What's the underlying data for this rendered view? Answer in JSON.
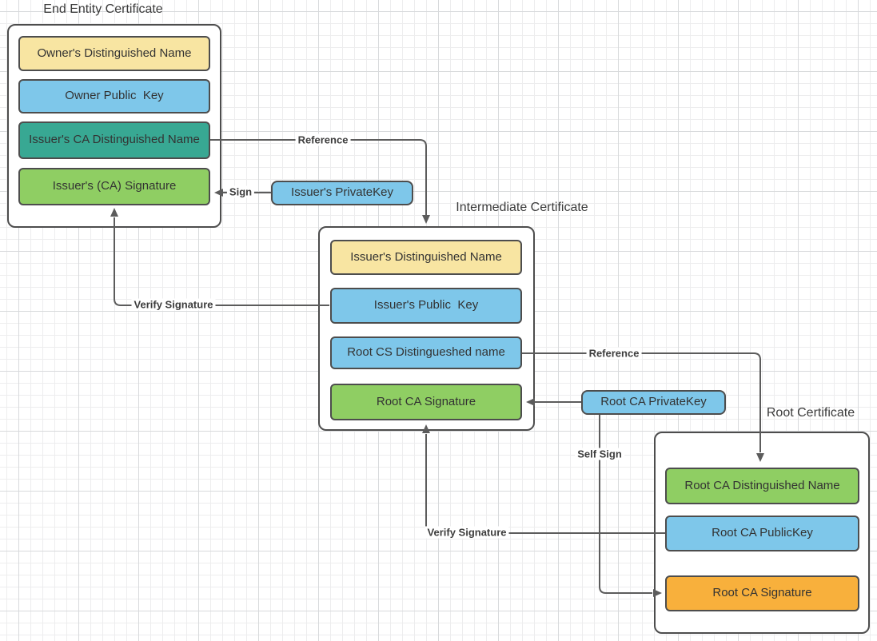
{
  "colors": {
    "yellow": "#F8E5A2",
    "blue": "#7EC7EA",
    "teal": "#38A893",
    "green": "#8FCE63",
    "orange": "#F8B03C",
    "shape_border": "#4D4D4D",
    "connector": "#5C5C5C",
    "text": "#333333"
  },
  "certificates": {
    "end_entity": {
      "title": "End Entity Certificate",
      "fields": [
        {
          "label": "Owner's Distinguished Name",
          "color": "yellow"
        },
        {
          "label": "Owner Public  Key",
          "color": "blue"
        },
        {
          "label": "Issuer's CA Distinguished Name",
          "color": "teal"
        },
        {
          "label": "Issuer's (CA) Signature",
          "color": "green"
        }
      ]
    },
    "intermediate": {
      "title": "Intermediate Certificate",
      "fields": [
        {
          "label": "Issuer's Distinguished Name",
          "color": "yellow"
        },
        {
          "label": "Issuer's Public  Key",
          "color": "blue"
        },
        {
          "label": "Root CS Distingueshed name",
          "color": "blue"
        },
        {
          "label": "Root CA Signature",
          "color": "green"
        }
      ]
    },
    "root": {
      "title": "Root Certificate",
      "fields": [
        {
          "label": "Root CA Distinguished Name",
          "color": "green"
        },
        {
          "label": "Root CA PublicKey",
          "color": "blue"
        },
        {
          "label": "Root CA Signature",
          "color": "orange"
        }
      ]
    }
  },
  "keys": {
    "issuer_private_key": {
      "label": "Issuer's PrivateKey",
      "color": "blue"
    },
    "root_private_key": {
      "label": "Root CA PrivateKey",
      "color": "blue"
    }
  },
  "edges": [
    {
      "id": "reference-1",
      "label": "Reference"
    },
    {
      "id": "sign",
      "label": "Sign"
    },
    {
      "id": "verify-signature-1",
      "label": "Verify Signature"
    },
    {
      "id": "reference-2",
      "label": "Reference"
    },
    {
      "id": "root-sign",
      "label": ""
    },
    {
      "id": "self-sign",
      "label": "Self Sign"
    },
    {
      "id": "verify-signature-2",
      "label": "Verify Signature"
    }
  ]
}
